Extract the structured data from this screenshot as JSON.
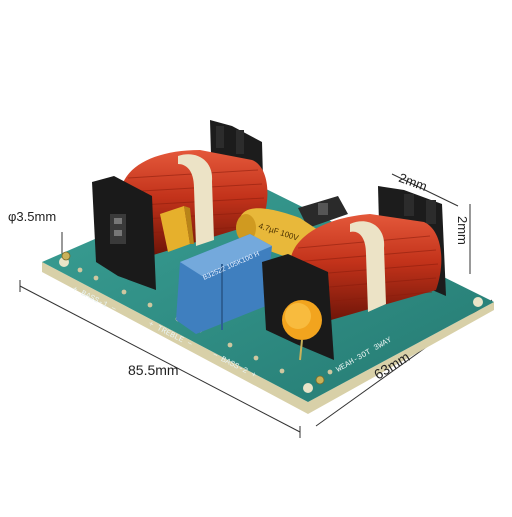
{
  "dimensions": {
    "hole": "φ3.5mm",
    "length": "85.5mm",
    "width": "63mm",
    "top_offset": "2mm",
    "side_offset": "2mm"
  },
  "board_labels": {
    "bass1": "+ BASS-1 −",
    "treble": "+ TREBLE −",
    "bass2": "− BASS-2 +",
    "model": "WEAH-3OT 3WAY"
  },
  "capacitor_labels": {
    "yellow_cap": "4.7µF 100V",
    "blue_cap": "B32522 105K100 H"
  },
  "colors": {
    "board": "#2f8f86",
    "board_edge": "#d8d0a8",
    "coil": "#c2321a",
    "coil_dark": "#7a1a0c",
    "bobbin": "#1c1c1c",
    "blue_cap": "#4a8cc8",
    "yellow_cap": "#e0b030",
    "varistor": "#f0a020"
  }
}
